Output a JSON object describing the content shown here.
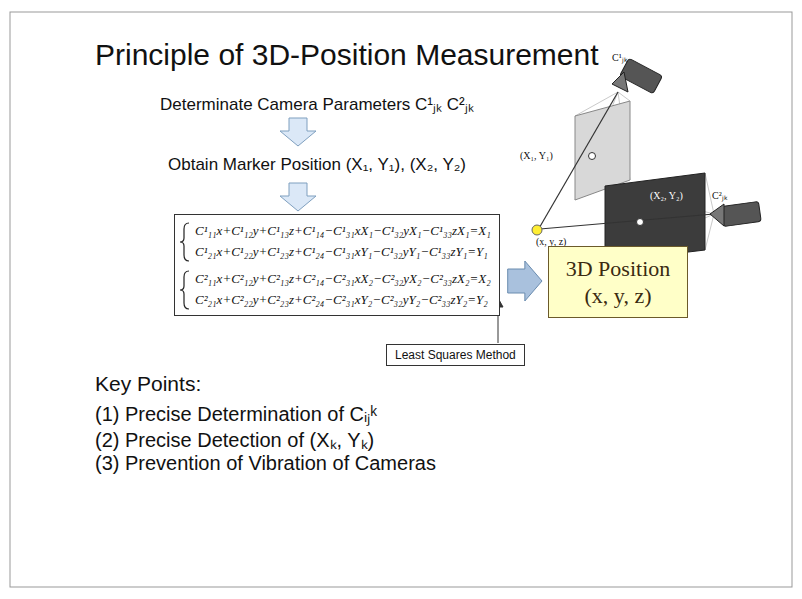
{
  "diagram": {
    "title": "Principle of 3D-Position Measurement",
    "nodes": [
      {
        "text": [
          "C¹₁₁x+C¹₁₂y+C¹₁₃z+C¹₁₄−C¹₃₁xX₁−C¹₃₂yX₁−C¹₃₃zX₁=X₁",
          "C¹₂₁x+C¹₂₂y+C¹₂₃z+C¹₂₄−C¹₃₁xY₁−C¹₃₂yY₁−C¹₃₃zY₁=Y₁",
          "C²₁₁x+C²₁₂y+C²₁₃z+C²₁₄−C²₃₁xX₂−C²₃₂yX₂−C²₃₃zX₂=X₂",
          "C²₂₁x+C²₂₂y+C²₂₃z+C²₂₄−C²₃₁xY₂−C²₃₂yY₂−C²₃₃zY₂=Y₂"
        ]
      },
      {
        "text": [
          "3D Position (x, y, z)"
        ]
      },
      {
        "text": [
          "Least Squares Method"
        ]
      }
    ],
    "edges": [
      {
        "from": 0,
        "to": 1,
        "arrow": "to"
      }
    ],
    "labels": [
      "Determinate Camera Parameters C¹ⱼₖ C²ⱼₖ",
      "Obtain Marker Position (X₁, Y₁), (X₂, Y₂)",
      "C¹ⱼₖ",
      "(X₁, Y₁)",
      "C²ⱼₖ",
      "(X₂, Y₂)",
      "(x, y, z)",
      "Key Points:",
      "(1) Precise Determination of Cᵢⱼᵏ",
      "(2) Precise Detection of (Xₖ, Yₖ)",
      "(3) Prevention of Vibration of Cameras"
    ]
  }
}
